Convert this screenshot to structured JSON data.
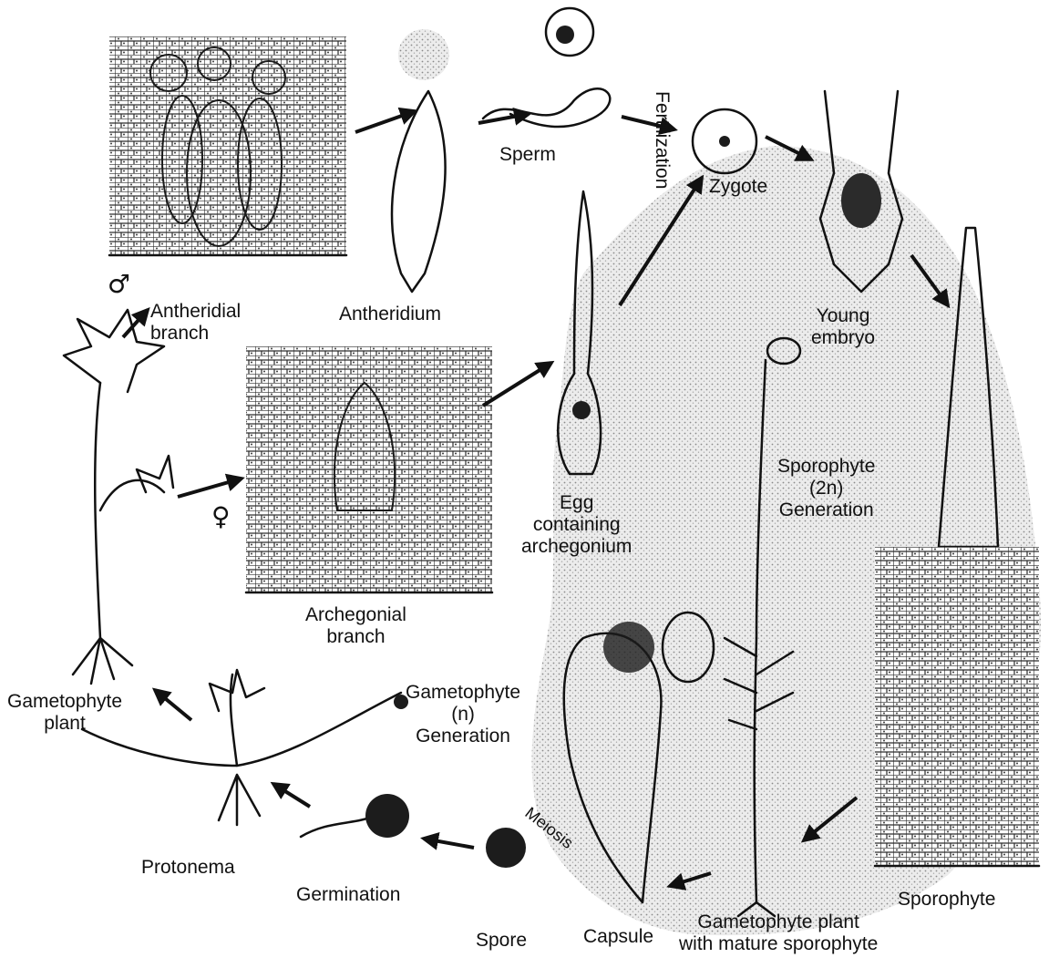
{
  "labels": {
    "antheridial_branch": "Antheridial\nbranch",
    "antheridium": "Antheridium",
    "sperm": "Sperm",
    "fertilization": "Fertilization",
    "zygote": "Zygote",
    "young_embryo": "Young\nembryo",
    "archegonial_branch": "Archegonial\nbranch",
    "egg_archegonium": "Egg\ncontaining\narchegonium",
    "sporophyte_generation": "Sporophyte\n(2n)\nGeneration",
    "gametophyte_plant": "Gametophyte\nplant",
    "gametophyte_generation": "Gametophyte\n(n)\nGeneration",
    "protonema": "Protonema",
    "germination": "Germination",
    "spore": "Spore",
    "meiosis": "Meiosis",
    "capsule": "Capsule",
    "gametophyte_mature": "Gametophyte plant\nwith mature sporophyte",
    "sporophyte": "Sporophyte"
  },
  "symbols": {
    "male": "♂",
    "female": "♀"
  },
  "colors": {
    "ink": "#111111",
    "stipple": "#d9d9d9",
    "background": "#ffffff"
  }
}
